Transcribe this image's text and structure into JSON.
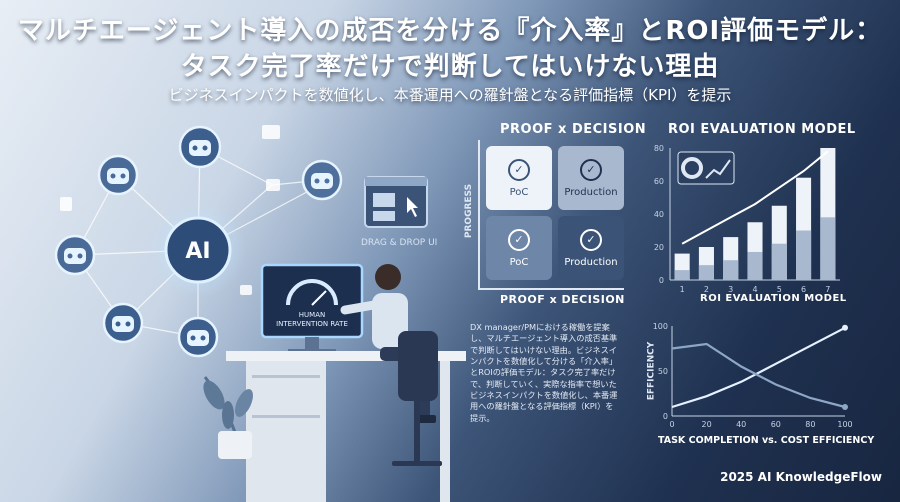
{
  "header": {
    "title_line1": "マルチエージェント導入の成否を分ける『介入率』とROI評価モデル：",
    "title_line2": "タスク完了率だけで判断してはいけない理由",
    "subtitle": "ビジネスインパクトを数値化し、本番運用への羅針盤となる評価指標（KPI）を提示"
  },
  "illustration": {
    "hub_label": "AI",
    "monitor_label_1": "HUMAN",
    "monitor_label_2": "INTERVENTION RATE",
    "drag_drop_label": "DRAG & DROP UI"
  },
  "matrix": {
    "heading": "PROOF x DECISION",
    "y_axis_label": "PROGRESS",
    "x_axis_label": "PROOF x DECISION",
    "quadrants": [
      {
        "label": "PoC",
        "tone": "light"
      },
      {
        "label": "Production",
        "tone": "mid"
      },
      {
        "label": "PoC",
        "tone": "mid"
      },
      {
        "label": "Production",
        "tone": "dark"
      }
    ]
  },
  "roi_chart": {
    "heading": "ROI EVALUATION MODEL",
    "caption": "ROI EVALUATION MODEL",
    "chart_data": {
      "type": "bar",
      "categories": [
        "1",
        "2",
        "3",
        "4",
        "5",
        "6",
        "7"
      ],
      "series": [
        {
          "values": [
            16,
            20,
            26,
            35,
            45,
            62,
            80
          ]
        },
        {
          "values": [
            6,
            9,
            12,
            17,
            22,
            30,
            38
          ]
        }
      ],
      "trend": [
        22,
        30,
        38,
        46,
        56,
        66,
        78
      ],
      "yticks": [
        0,
        20,
        40,
        60,
        80
      ],
      "ylim": [
        0,
        80
      ]
    }
  },
  "efficiency_chart": {
    "y_axis_label": "EFFICIENCY",
    "caption": "TASK COMPLETION vs. COST EFFICIENCY",
    "chart_data": {
      "type": "line",
      "x_ticks": [
        0,
        20,
        40,
        60,
        80,
        100
      ],
      "y_ticks": [
        0,
        50,
        100
      ],
      "series": [
        {
          "x": [
            0,
            20,
            40,
            60,
            80,
            100
          ],
          "y": [
            10,
            22,
            38,
            58,
            78,
            98
          ]
        },
        {
          "x": [
            0,
            20,
            40,
            60,
            80,
            100
          ],
          "y": [
            75,
            80,
            55,
            35,
            20,
            10
          ]
        }
      ],
      "xlim": [
        0,
        100
      ],
      "ylim": [
        0,
        100
      ]
    }
  },
  "body_text": "DX manager/PMにおける稼働を提案し、マルチエージェント導入の成否基準で判断してはいけない理由。ビジネスインパクトを数値化して分ける「介入率」とROIの評価モデル：タスク完了率だけで、判断していく、実際な指率で想いたビジネスインパクトを数値化し、本番運用への羅針盤となる評価指標（KPI）を提示。",
  "footer": "2025 AI KnowledgeFlow"
}
